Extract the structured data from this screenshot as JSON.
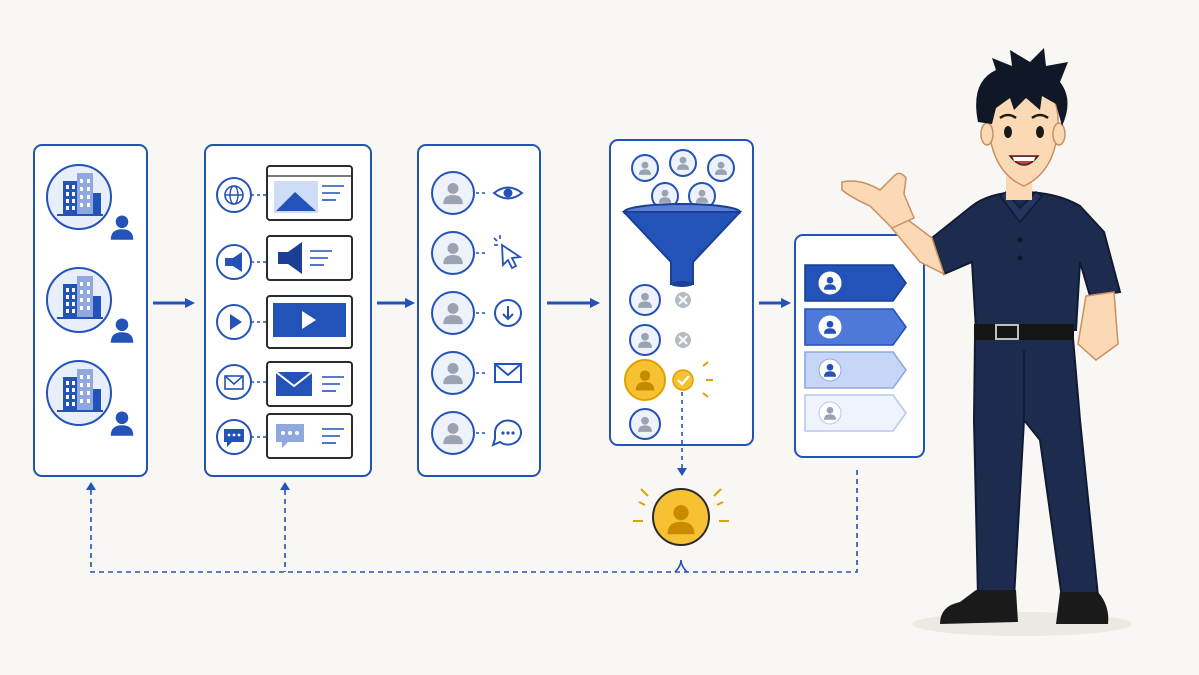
{
  "colors": {
    "background": "#f8f7f3",
    "primary": "#2352b8",
    "primary_dark": "#1a3f94",
    "light_blue": "#8fa8e0",
    "pale_blue": "#dbe5f8",
    "gray": "#9aa3b2",
    "highlight": "#f6c233",
    "highlight_stroke": "#e0a100",
    "skin": "#fbd9b5",
    "navy": "#1d2b4f"
  },
  "diagram": {
    "stage1": {
      "name": "accounts",
      "icons": [
        "building-icon",
        "user-icon"
      ],
      "count": 3
    },
    "stage2": {
      "name": "channels",
      "icons": [
        "globe-icon",
        "megaphone-icon",
        "play-icon",
        "mail-icon",
        "chat-icon"
      ]
    },
    "stage3": {
      "name": "engagement",
      "icons": [
        "eye-icon",
        "cursor-click-icon",
        "download-icon",
        "mail-icon",
        "chat-icon"
      ]
    },
    "stage4": {
      "name": "qualification-funnel",
      "icons": [
        "funnel-icon",
        "reject-icon",
        "reject-icon",
        "check-icon"
      ]
    },
    "stage5": {
      "name": "ranked-leads",
      "levels": 4
    },
    "selected_lead": "user-icon",
    "character": "presenter"
  }
}
